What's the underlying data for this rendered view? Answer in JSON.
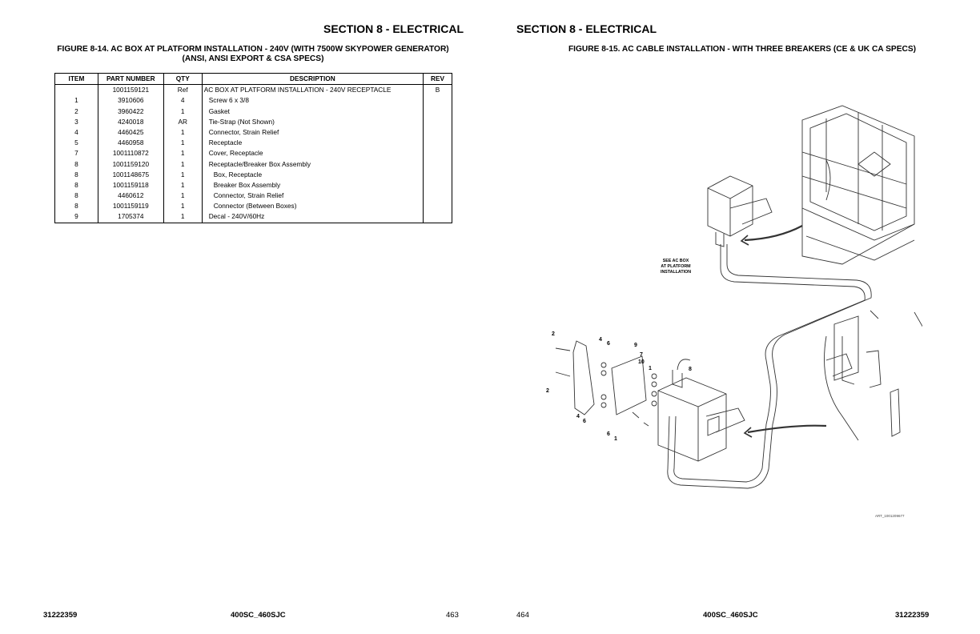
{
  "left_page": {
    "section_title": "SECTION 8 - ELECTRICAL",
    "figure_title": "FIGURE 8-14. AC BOX AT PLATFORM INSTALLATION - 240V (WITH 7500W SKYPOWER GENERATOR) (ANSI, ANSI EXPORT & CSA SPECS)",
    "table": {
      "headers": [
        "ITEM",
        "PART NUMBER",
        "QTY",
        "DESCRIPTION",
        "REV"
      ],
      "rows": [
        {
          "item": "",
          "part": "1001159121",
          "qty": "Ref",
          "desc": "AC BOX AT PLATFORM INSTALLATION - 240V RECEPTACLE",
          "rev": "B"
        },
        {
          "item": "1",
          "part": "3910606",
          "qty": "4",
          "desc": "Screw 6 x 3/8",
          "rev": ""
        },
        {
          "item": "2",
          "part": "3960422",
          "qty": "1",
          "desc": "Gasket",
          "rev": ""
        },
        {
          "item": "3",
          "part": "4240018",
          "qty": "AR",
          "desc": "Tie-Strap (Not Shown)",
          "rev": ""
        },
        {
          "item": "4",
          "part": "4460425",
          "qty": "1",
          "desc": "Connector, Strain Relief",
          "rev": ""
        },
        {
          "item": "5",
          "part": "4460958",
          "qty": "1",
          "desc": "Receptacle",
          "rev": ""
        },
        {
          "item": "7",
          "part": "1001110872",
          "qty": "1",
          "desc": "Cover, Receptacle",
          "rev": ""
        },
        {
          "item": "8",
          "part": "1001159120",
          "qty": "1",
          "desc": "Receptacle/Breaker Box Assembly",
          "rev": ""
        },
        {
          "item": "8",
          "part": "1001148675",
          "qty": "1",
          "desc": "Box, Receptacle",
          "rev": ""
        },
        {
          "item": "8",
          "part": "1001159118",
          "qty": "1",
          "desc": "Breaker Box Assembly",
          "rev": ""
        },
        {
          "item": "8",
          "part": "4460612",
          "qty": "1",
          "desc": "Connector, Strain Relief",
          "rev": ""
        },
        {
          "item": "8",
          "part": "1001159119",
          "qty": "1",
          "desc": "Connector (Between Boxes)",
          "rev": ""
        },
        {
          "item": "9",
          "part": "1705374",
          "qty": "1",
          "desc": "Decal - 240V/60Hz",
          "rev": ""
        }
      ]
    },
    "footer": {
      "doc_number": "31222359",
      "model": "400SC_460SJC",
      "page": "463"
    }
  },
  "right_page": {
    "section_title": "SECTION 8 - ELECTRICAL",
    "figure_title": "FIGURE 8-15. AC CABLE INSTALLATION - WITH THREE BREAKERS (CE & UK CA SPECS)",
    "illustration": {
      "see_label_1": "SEE AC BOX",
      "see_label_2": "AT PLATFORM",
      "see_label_3": "INSTALLATION",
      "art_id": "ART_1001209677",
      "callouts": [
        "2",
        "4",
        "6",
        "9",
        "7",
        "10",
        "1",
        "8",
        "2",
        "4",
        "6",
        "6",
        "1"
      ]
    },
    "footer": {
      "page": "464",
      "model": "400SC_460SJC",
      "doc_number": "31222359"
    }
  }
}
